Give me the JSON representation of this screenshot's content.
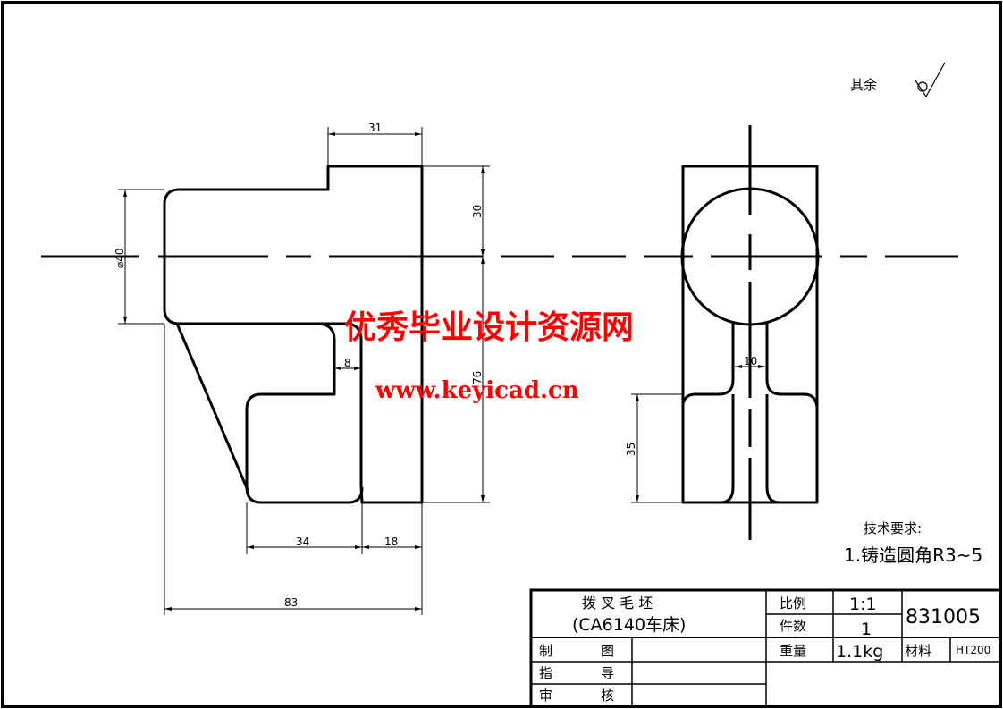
{
  "drawing": {
    "surface_note": "其余",
    "surface_symbol": "machined-surface-roughness-symbol",
    "tech_requirements": {
      "heading": "技术要求:",
      "items": [
        "1.铸造圆角R3~5"
      ]
    },
    "watermark": {
      "line1": "优秀毕业设计资源网",
      "line2": "www.keyicad.cn",
      "color": "#ff0000"
    },
    "front_view": {
      "dimensions": {
        "top_width": "31",
        "upper_height": "30",
        "diameter": "⌀40",
        "rib_gap": "8",
        "total_height": "76",
        "bottom_left": "34",
        "bottom_right": "18",
        "overall_width": "83"
      }
    },
    "side_view": {
      "dimensions": {
        "slot_width": "10",
        "slot_height": "35"
      }
    }
  },
  "title_block": {
    "part_name": "拨 叉 毛 坯",
    "part_subtitle": "(CA6140车床)",
    "scale_label": "比例",
    "scale_value": "1:1",
    "qty_label": "件数",
    "qty_value": "1",
    "drawing_number": "831005",
    "weight_label": "重量",
    "weight_value": "1.1kg",
    "material_label": "材料",
    "material_value": "HT200",
    "roles": [
      {
        "left": "制",
        "right": "图",
        "value": ""
      },
      {
        "left": "指",
        "right": "导",
        "value": ""
      },
      {
        "left": "审",
        "right": "核",
        "value": ""
      }
    ]
  }
}
